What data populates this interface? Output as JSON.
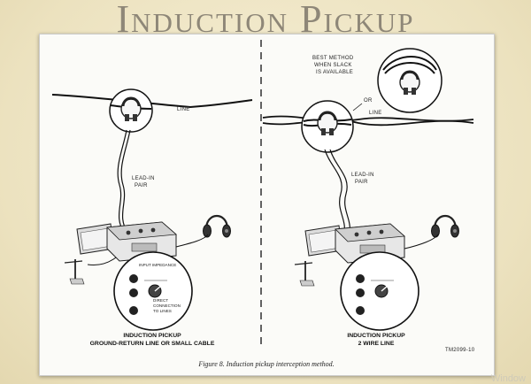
{
  "slide": {
    "title": "Induction Pickup",
    "watermark": "Window"
  },
  "figure": {
    "left_panel": {
      "line_label": "LINE",
      "leadin_label_1": "LEAD-IN",
      "leadin_label_2": "PAIR",
      "panel_label_1": "INPUT IMPEDANCE",
      "panel_label_2": "DIRECT",
      "panel_label_3": "CONNECTION",
      "panel_label_4": "TO LINES",
      "caption_1": "INDUCTION PICKUP",
      "caption_2": "GROUND-RETURN LINE OR SMALL CABLE"
    },
    "right_panel": {
      "best_1": "BEST METHOD",
      "best_2": "WHEN SLACK",
      "best_3": "IS AVAILABLE",
      "or_label": "OR",
      "line_label": "LINE",
      "leadin_label_1": "LEAD-IN",
      "leadin_label_2": "PAIR",
      "caption_1": "INDUCTION PICKUP",
      "caption_2": "2 WIRE LINE"
    },
    "code": "TM2099-10",
    "caption": "Figure 8.   Induction pickup interception method."
  }
}
